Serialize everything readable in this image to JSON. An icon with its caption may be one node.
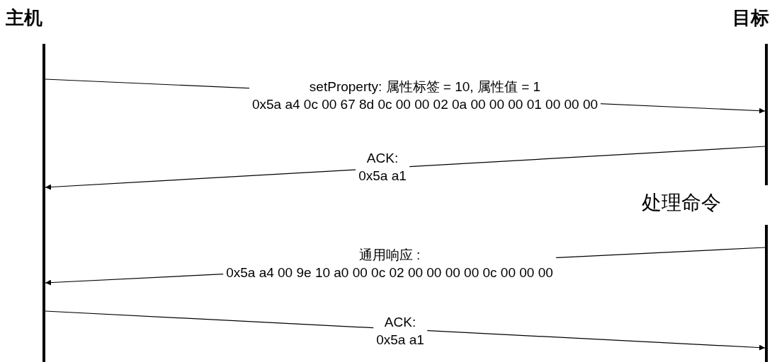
{
  "diagram": {
    "nodes": [
      {
        "text": [
          "主机"
        ]
      },
      {
        "text": [
          "目标"
        ],
        "beside": [
          "处理命令"
        ]
      }
    ],
    "edges": [
      {
        "from": 0,
        "to": 1,
        "arrow": "to",
        "label": "setProperty: 属性标签 = 10, 属性值 = 1 0x5a a4 0c 00 67 8d 0c 00 00 02 0a 00 00 00 01 00 00 00"
      },
      {
        "from": 1,
        "to": 0,
        "arrow": "to",
        "label": "ACK: 0x5a a1"
      },
      {
        "from": 1,
        "to": 0,
        "arrow": "to",
        "label": "通用响应 : 0x5a a4 00 9e 10 a0 00 0c 02 00 00 00 00 0c 00 00 00"
      },
      {
        "from": 0,
        "to": 1,
        "arrow": "to",
        "label": "ACK: 0x5a a1"
      }
    ]
  }
}
